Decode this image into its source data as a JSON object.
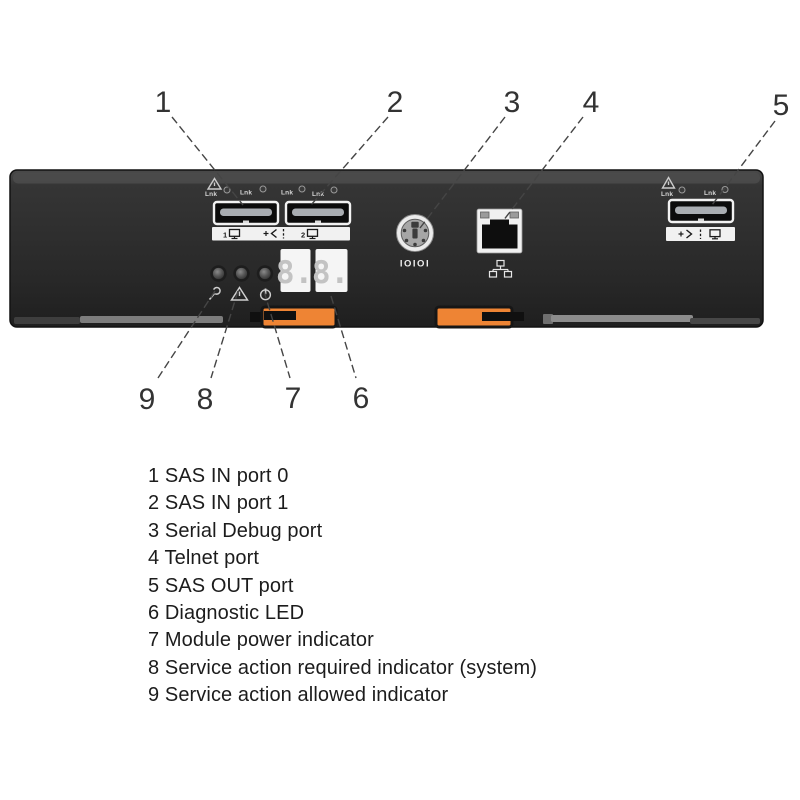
{
  "figure": {
    "callouts": {
      "top": [
        "1",
        "2",
        "3",
        "4",
        "5"
      ],
      "bottom": [
        "9",
        "8",
        "7",
        "6"
      ]
    }
  },
  "panel": {
    "sas_in": {
      "link_label": "Lnk",
      "port1_index": "1",
      "port2_index": "2"
    },
    "sas_out": {
      "link_label": "Lnk"
    },
    "serial": {
      "label": "IOIOI"
    },
    "diagnostic_display": {
      "digit": "8."
    }
  },
  "legend": {
    "items": [
      "1 SAS IN port 0",
      "2 SAS IN port 1",
      "3 Serial Debug port",
      "4 Telnet port",
      "5 SAS OUT port",
      "6 Diagnostic LED",
      "7 Module power indicator",
      "8 Service action required indicator (system)",
      "9 Service action allowed indicator"
    ]
  },
  "icons": {
    "warning_triangle": "triangle with exclamation",
    "service_allowed": "wrench",
    "service_required": "warning-triangle",
    "module_power": "power standby symbol",
    "serial_port": "round mini-DIN connector",
    "telnet_port": "RJ45 jack",
    "network": "three connected nodes",
    "host_port": "monitor square with stand",
    "direction_arrows": "chevron with dashed bar"
  },
  "colors": {
    "panel_dark": "#272727",
    "panel_bevel": "#454545",
    "latch_orange": "#ee8434",
    "rail_gray": "#7d7d7d",
    "display_white": "#f5f5f5",
    "digit_gray": "#c3c3c3",
    "callout_text": "#333333"
  }
}
